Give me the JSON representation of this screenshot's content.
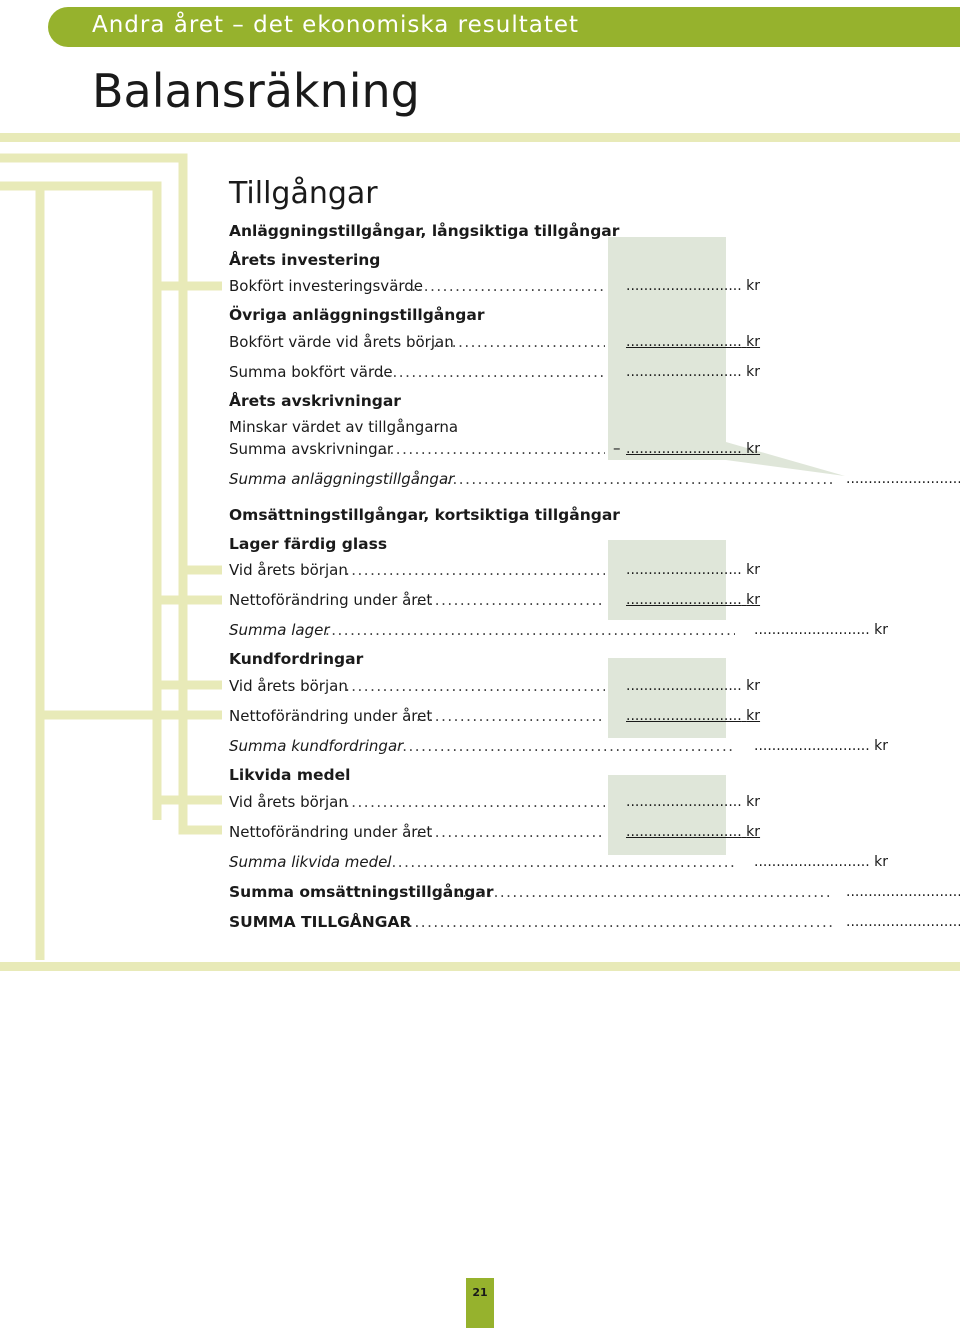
{
  "header": {
    "section": "Andra året – det ekonomiska resultatet",
    "title": "Balansräkning"
  },
  "colors": {
    "accent": "#96b22d",
    "light": "#e8eab8",
    "box": "#dfe6d9"
  },
  "assets": {
    "title": "Tillgångar",
    "fixed_heading": "Anläggningstillgångar, långsiktiga tillgångar",
    "investment_heading": "Årets investering",
    "investment_label": "Bokfört investeringsvärde",
    "other_heading": "Övriga anläggningstillgångar",
    "book_start_label": "Bokfört värde vid årets början",
    "sum_book_label": "Summa bokfört värde",
    "depr_heading": "Årets avskrivningar",
    "depr_note": "Minskar värdet av tillgångarna",
    "sum_depr_label": "Summa avskrivningar",
    "minus": "–",
    "sum_fixed_label": "Summa anläggningstillgångar",
    "current_heading": "Omsättningstillgångar, kortsiktiga tillgångar",
    "stock_heading": "Lager färdig glass",
    "start_label": "Vid årets början",
    "change_label": "Nettoförändring under året",
    "sum_stock_label": "Summa lager",
    "receivables_heading": "Kundfordringar",
    "sum_receivables_label": "Summa kundfordringar",
    "cash_heading": "Likvida medel",
    "sum_cash_label": "Summa likvida medel",
    "sum_current_label": "Summa omsättningstillgångar",
    "total_label": "SUMMA TILLGÅNGAR",
    "value_placeholder": "..........................",
    "currency": "kr"
  },
  "page_number": "21"
}
